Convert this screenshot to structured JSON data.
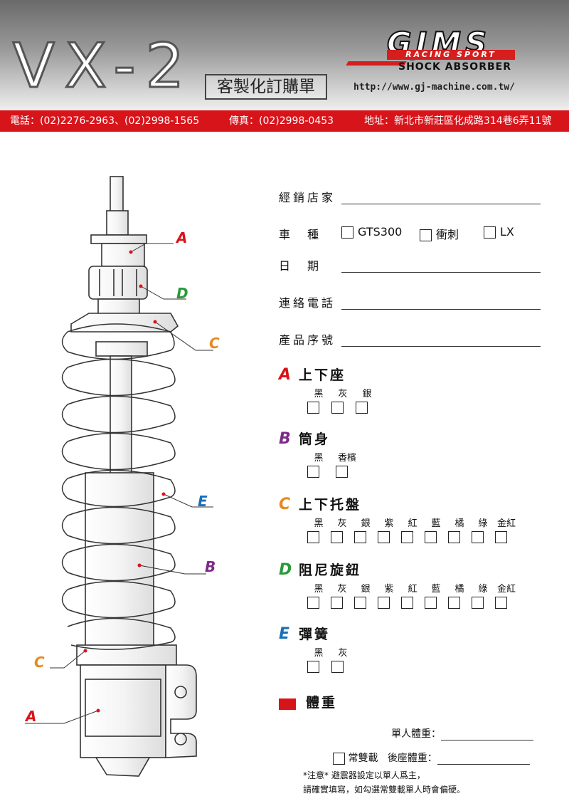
{
  "header": {
    "model": "VX-2",
    "form_title": "客製化訂購單",
    "logo": {
      "brand": "GJMS",
      "tagline": "RACING SPORT",
      "product": "SHOCK ABSORBER"
    },
    "url": "http://www.gj-machine.com.tw/"
  },
  "contact": {
    "phone": "電話：(02)2276-2963、(02)2998-1565",
    "fax": "傳真：(02)2998-0453",
    "address": "地址：新北市新莊區化成路314巷6弄11號"
  },
  "fields": {
    "dealer": "經銷店家",
    "vehicle": "車　種",
    "vehicle_options": [
      "GTS300",
      "衝刺",
      "LX"
    ],
    "date": "日　期",
    "phone": "連絡電話",
    "serial": "產品序號"
  },
  "sections": [
    {
      "letter": "A",
      "color": "#d8141b",
      "title": "上下座",
      "options": [
        "黑",
        "灰",
        "銀"
      ]
    },
    {
      "letter": "B",
      "color": "#7d2a8a",
      "title": "筒身",
      "options": [
        "黑",
        "香檳"
      ]
    },
    {
      "letter": "C",
      "color": "#e8891c",
      "title": "上下托盤",
      "options": [
        "黑",
        "灰",
        "銀",
        "紫",
        "紅",
        "藍",
        "橘",
        "綠",
        "金紅"
      ]
    },
    {
      "letter": "D",
      "color": "#2a9a3a",
      "title": "阻尼旋鈕",
      "options": [
        "黑",
        "灰",
        "銀",
        "紫",
        "紅",
        "藍",
        "橘",
        "綠",
        "金紅"
      ]
    },
    {
      "letter": "E",
      "color": "#1a6fb8",
      "title": "彈簧",
      "options": [
        "黑",
        "灰"
      ]
    }
  ],
  "weight": {
    "title": "體重",
    "single": "單人體重：",
    "double_option": "常雙載",
    "rear": "後座體重：",
    "note1": "*注意*  避震器設定以單人爲主，",
    "note2": "請確實填寫，如勾選常雙載單人時會偏硬。"
  },
  "callouts": [
    "A",
    "D",
    "C",
    "E",
    "B",
    "C",
    "A"
  ]
}
